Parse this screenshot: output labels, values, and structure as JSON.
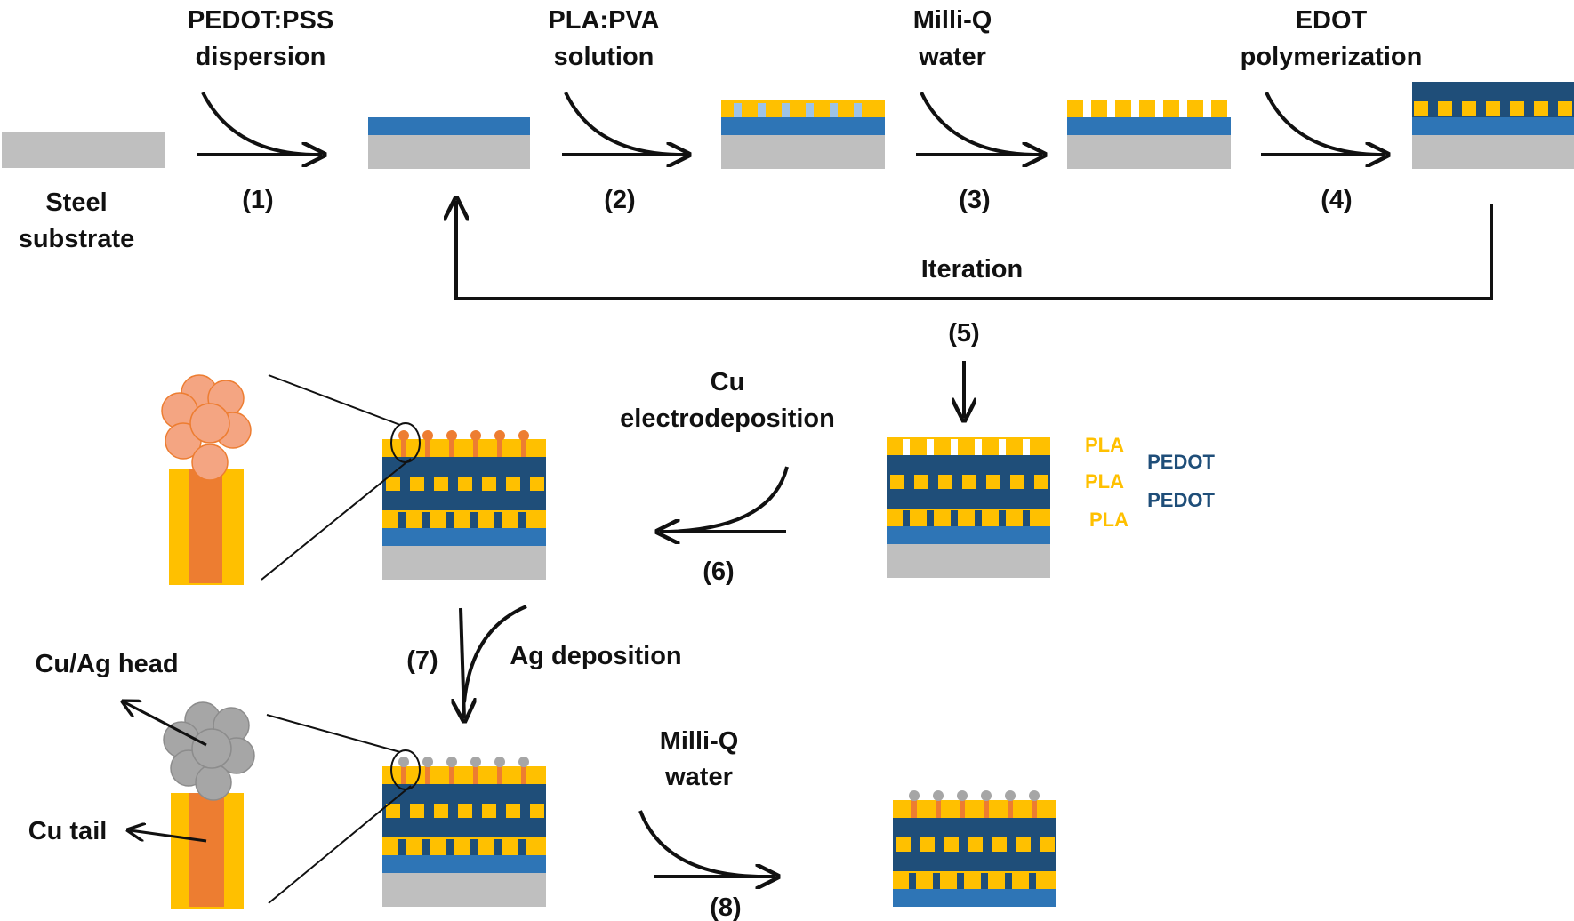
{
  "colors": {
    "steel": "#bfbfbf",
    "pedot_light": "#2e75b6",
    "pedot_dark": "#1f4e79",
    "pla": "#ffc000",
    "copper": "#ed7d31",
    "copper_sphere": "#f4a582",
    "silver": "#a6a6a6",
    "pva": "#9dc3e6",
    "ink": "#111111"
  },
  "labels": {
    "pedot_pss_line1": "PEDOT:PSS",
    "pedot_pss_line2": "dispersion",
    "pla_pva_line1": "PLA:PVA",
    "pla_pva_line2": "solution",
    "milliq_line1": "Milli-Q",
    "milliq_line2": "water",
    "edot_line1": "EDOT",
    "edot_line2": "polymerization",
    "steel_line1": "Steel",
    "steel_line2": "substrate",
    "iteration": "Iteration",
    "cu_line1": "Cu",
    "cu_line2": "electrodeposition",
    "ag_deposition": "Ag deposition",
    "milliq2_line1": "Milli-Q",
    "milliq2_line2": "water",
    "cu_ag_head": "Cu/Ag head",
    "cu_tail": "Cu tail"
  },
  "steps": [
    "(1)",
    "(2)",
    "(3)",
    "(4)",
    "(5)",
    "(6)",
    "(7)",
    "(8)"
  ],
  "legend": {
    "pla_1": "PLA",
    "pla_2": "PLA",
    "pla_3": "PLA",
    "pedot_1": "PEDOT",
    "pedot_2": "PEDOT"
  }
}
